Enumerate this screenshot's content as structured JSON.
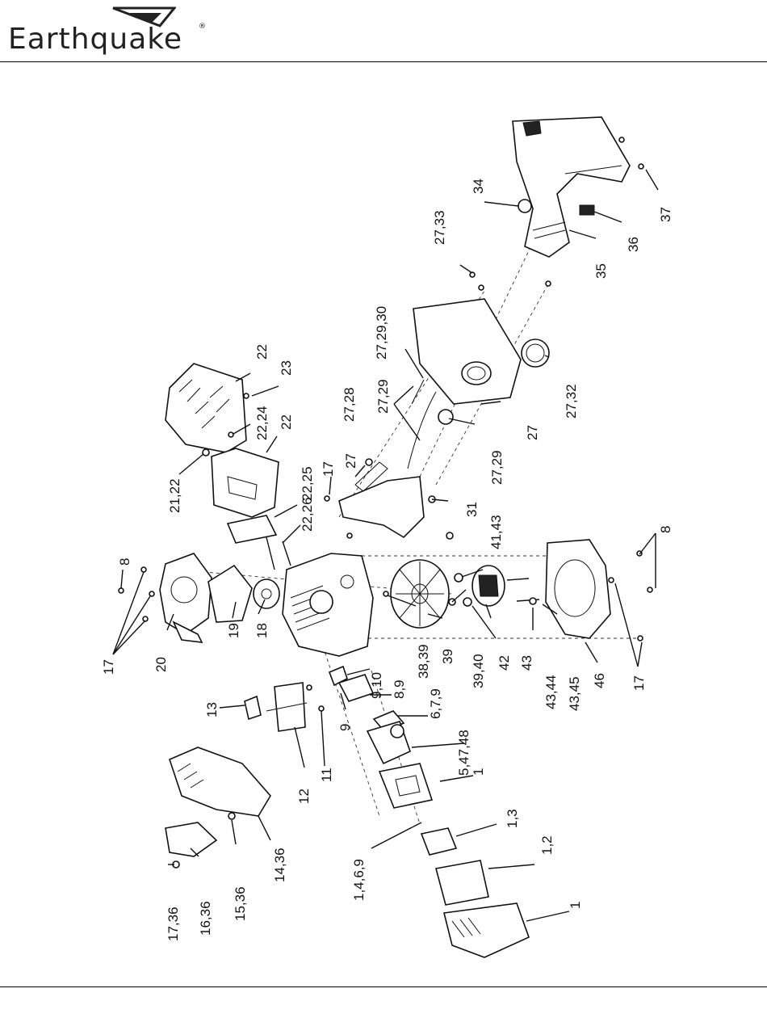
{
  "header": {
    "brand": "Earthquake",
    "registered_mark": "®"
  },
  "callouts": [
    "1",
    "1",
    "1,2",
    "1,3",
    "1,4,6,9",
    "5,47,48",
    "6,7,9",
    "8,9",
    "9",
    "9,10",
    "11",
    "12",
    "13",
    "14,36",
    "15,36",
    "16,36",
    "17,36",
    "17",
    "17",
    "17",
    "8",
    "8",
    "18",
    "19",
    "20",
    "21,22",
    "22",
    "22",
    "22,24",
    "22,25",
    "22,26",
    "23",
    "27",
    "27",
    "27,28",
    "27,29",
    "27,29",
    "27,29,30",
    "27,32",
    "27,33",
    "31",
    "34",
    "35",
    "36",
    "37",
    "38,39",
    "39",
    "39,40",
    "41,43",
    "42",
    "43",
    "43,44",
    "43,45",
    "46"
  ]
}
